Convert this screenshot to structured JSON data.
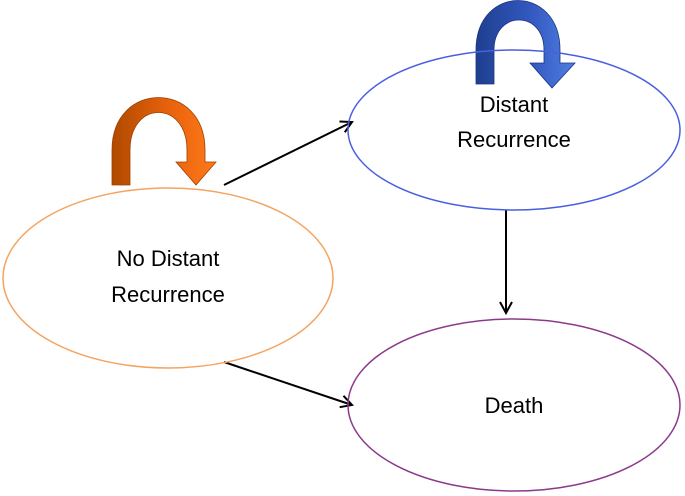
{
  "states": {
    "no_distant_recurrence": {
      "line1": "No Distant",
      "line2": "Recurrence",
      "stroke": "#F4A460"
    },
    "distant_recurrence": {
      "line1": "Distant",
      "line2": "Recurrence",
      "stroke": "#4A5FE0"
    },
    "death": {
      "label": "Death",
      "stroke": "#8B3A8B"
    }
  },
  "self_loops": {
    "no_distant_recurrence": {
      "color_dark": "#B04A00",
      "color_light": "#FF7A1A"
    },
    "distant_recurrence": {
      "color_dark": "#1E3F8F",
      "color_light": "#4F7FE0"
    }
  },
  "transitions": [
    {
      "from": "No Distant Recurrence",
      "to": "Distant Recurrence"
    },
    {
      "from": "No Distant Recurrence",
      "to": "Death"
    },
    {
      "from": "Distant Recurrence",
      "to": "Death"
    }
  ],
  "arrow_color": "#000000"
}
